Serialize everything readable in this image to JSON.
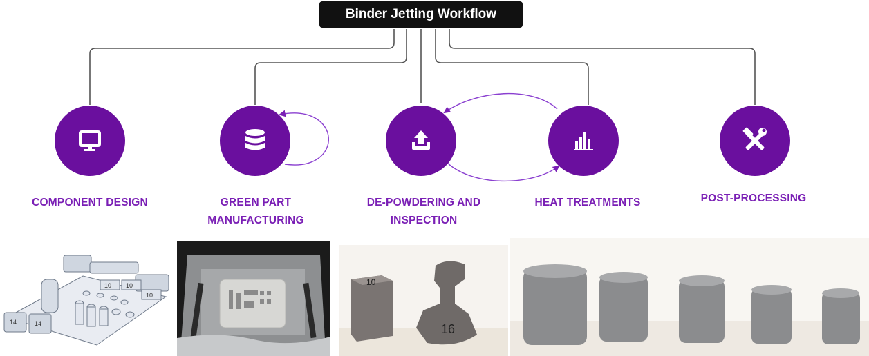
{
  "title": "Binder Jetting Workflow",
  "steps": [
    {
      "label_line1": "COMPONENT DESIGN",
      "label_line2": "",
      "icon": "monitor-icon"
    },
    {
      "label_line1": "GREEN PART",
      "label_line2": "MANUFACTURING",
      "icon": "database-icon"
    },
    {
      "label_line1": "DE-POWDERING AND",
      "label_line2": "INSPECTION",
      "icon": "upload-tray-icon"
    },
    {
      "label_line1": "HEAT TREATMENTS",
      "label_line2": "",
      "icon": "bar-chart-icon"
    },
    {
      "label_line1": "POST-PROCESSING",
      "label_line2": "",
      "icon": "hammer-wrench-icon"
    }
  ],
  "photos": {
    "cad_labels": [
      "10",
      "10",
      "10",
      "14",
      "14"
    ],
    "cube_label": "10",
    "dumbbell_label": "16"
  },
  "colors": {
    "accent": "#6a0f9e",
    "label": "#7a1fb5",
    "title_bg": "#111111",
    "connector": "#555555"
  }
}
